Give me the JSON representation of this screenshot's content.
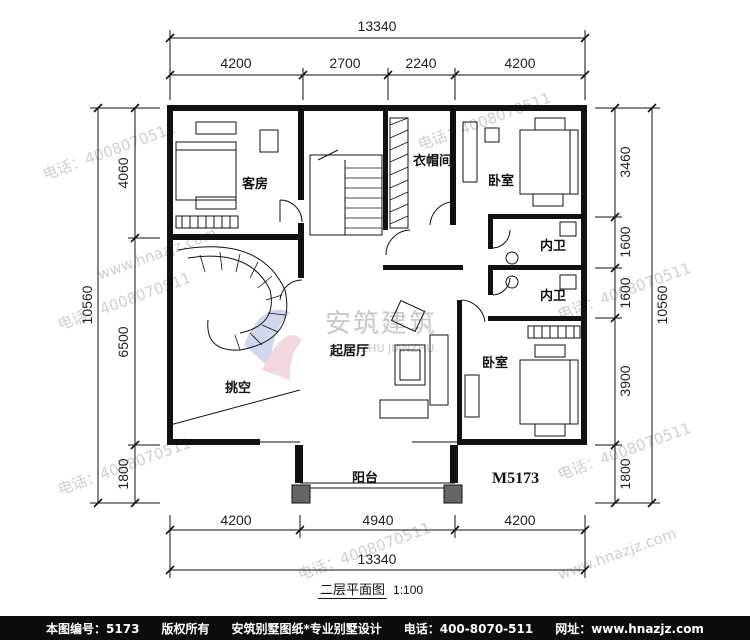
{
  "dims": {
    "top_total": "13340",
    "top_segments": [
      "4200",
      "2700",
      "2240",
      "4200"
    ],
    "bottom_segments": [
      "4200",
      "4940",
      "4200"
    ],
    "bottom_total": "13340",
    "left_total": "10560",
    "left_segments": [
      "4060",
      "6500",
      "1800"
    ],
    "right_total": "10560",
    "right_segments": [
      "3460",
      "1600",
      "1600",
      "3900",
      "1800"
    ]
  },
  "rooms": {
    "guest_room": "客房",
    "wardrobe": "衣帽间",
    "bedroom_top": "卧室",
    "bath_1": "内卫",
    "bath_2": "内卫",
    "void": "挑空",
    "living_room": "起居厅",
    "bedroom_bottom": "卧室",
    "balcony": "阳台"
  },
  "plan_code": "M5173",
  "watermark": {
    "phone": "电话：4008070511",
    "site": "www.hnazjz.com",
    "brand": "安筑建筑",
    "brand_pinyin": "ANZHU JIANZHU"
  },
  "title": {
    "name": "二层平面图",
    "scale": "1:100"
  },
  "footer": {
    "drawing_no": "本图编号：5173",
    "copyright": "版权所有",
    "slogan": "安筑别墅图纸*专业别墅设计",
    "phone": "电话：400-8070-511",
    "website": "网址：www.hnazjz.com"
  }
}
